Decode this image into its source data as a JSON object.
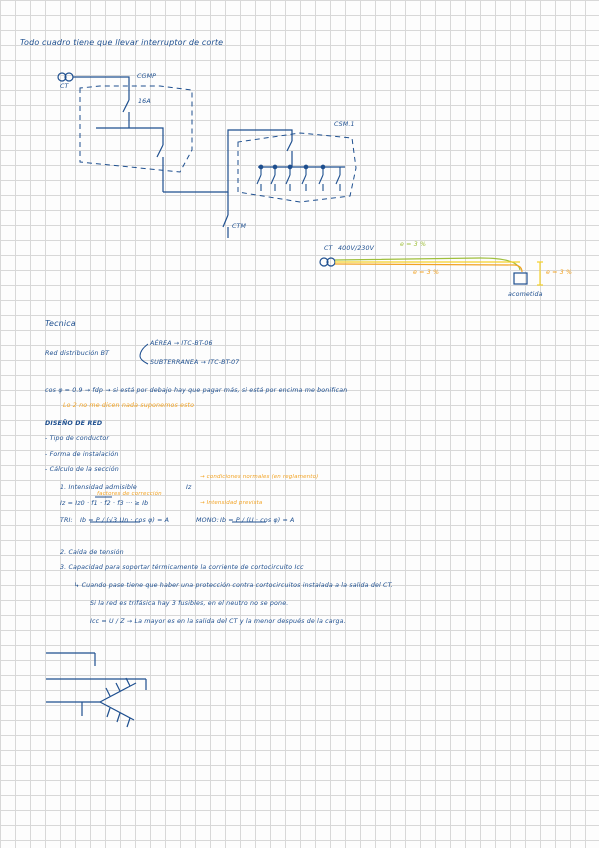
{
  "notes": {
    "header": "Todo cuadro tiene que llevar interruptor de corte",
    "top_diagram": {
      "ct": "CT",
      "cgmp": "CGMP",
      "breaker_16a": "16A",
      "csm1": "CSM.1",
      "ctm": "CTM"
    },
    "right_diagram": {
      "ct": "CT",
      "voltage": "400V/230V",
      "e_green": "e = 3 %",
      "e_orange": "e = 3 %",
      "e_yellow": "e = 3 %",
      "acometida": "acometida"
    },
    "section_title": "Tecnica",
    "red_label": "Red distribución BT",
    "aerea": "AÉREA → ITC-BT-06",
    "subterranea": "SUBTERRANEA → ITC-BT-07",
    "cos_line": "cos φ = 0.9 → fdp → si está por debajo hay que pagar más, si está por encima me bonifican",
    "cos_sub": "Lo 2 no me dicen nada suponemos esto",
    "diseno": "DISEÑO DE RED",
    "tipo": "- Tipo de conductor",
    "forma": "- Forma de instalación",
    "calculo": "- Cálculo de la sección",
    "item1": "1. Intensidad admisible",
    "item1_iz": "Iz",
    "cond_note": "→ condiciones normales (en reglamento)",
    "factores": "factores de corrección",
    "formula_iz": "Iz = Iz0 · f1 · f2 · f3 ··· ≥ Ib",
    "ib_note": "→ Intensidad prevista",
    "tri": "TRI:",
    "tri_formula": "Ib = P / (√3 Un · cos φ) = A",
    "mono": "MONO:",
    "mono_formula": "Ib = P / (U · cos φ) = A",
    "item2": "2. Caída de tensión",
    "item3": "3. Capacidad para soportar térmicamente la corriente de cortocircuito Icc",
    "cc_line1": "↳ Cuando pase tiene que haber una protección contra cortocircuitos instalada a la salida del CT.",
    "cc_line2": "Si la red es trifásica hay 3 fusibles, en el neutro no se pone.",
    "icc": "Icc = U / Z → La mayor es en la salida del CT y la menor después de la carga."
  },
  "colors": {
    "ink_blue": "#1e4f8f",
    "orange": "#f2a324",
    "green": "#9fbf3c",
    "yellow": "#f5d12a"
  }
}
